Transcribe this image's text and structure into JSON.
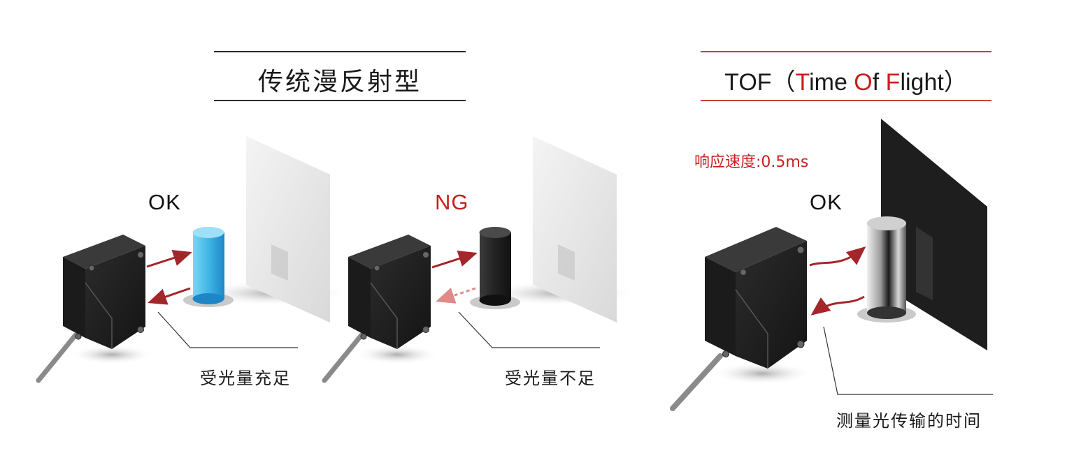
{
  "left_panel": {
    "title": "传统漫反射型",
    "ok_scene": {
      "status": "OK",
      "caption": "受光量充足"
    },
    "ng_scene": {
      "status": "NG",
      "caption": "受光量不足"
    }
  },
  "right_panel": {
    "title_prefix": "TOF（",
    "title_t": "T",
    "title_ime": "ime ",
    "title_o": "O",
    "title_f_word": "f ",
    "title_f": "F",
    "title_light": "light）",
    "response_speed": "响应速度:0.5ms",
    "status": "OK",
    "caption": "测量光传输的时间"
  },
  "colors": {
    "accent_red": "#c81e1e",
    "ok_black": "#111111",
    "cyan_target": "#3fb6e6",
    "dark_target": "#2a2a2a"
  }
}
